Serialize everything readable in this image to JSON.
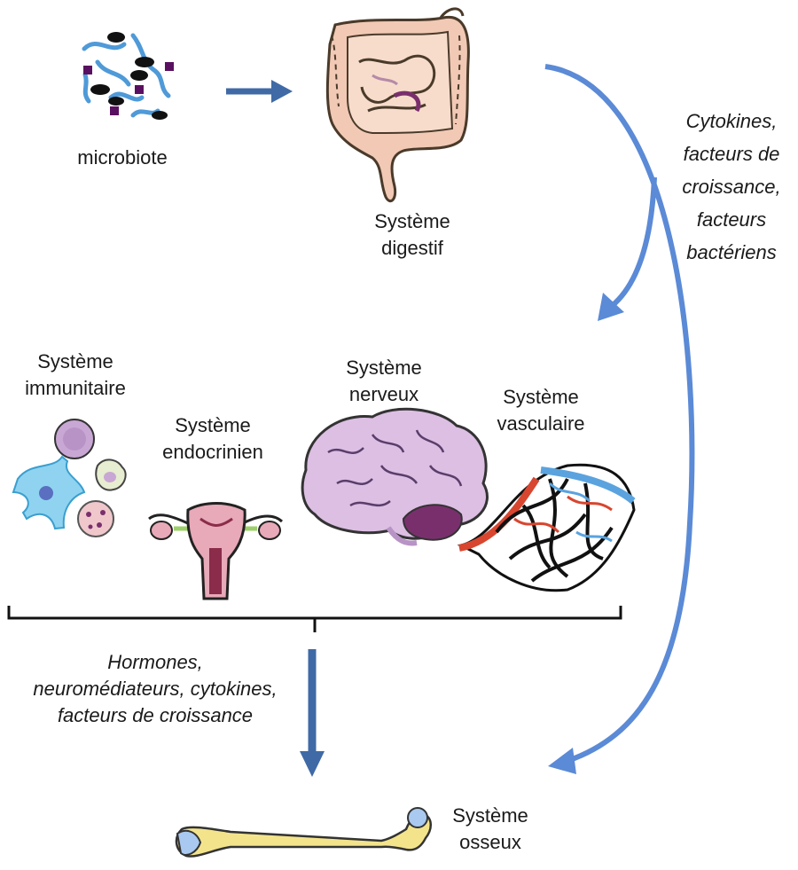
{
  "colors": {
    "arrow": "#3f6aa6",
    "curve_arrow": "#5b8ad6",
    "bracket": "#111111",
    "gut_outline": "#4a3a2a",
    "gut_fill": "#f1c9b5",
    "gut_inner": "#b58aa8",
    "brain_fill": "#dcbfe3",
    "cerebellum": "#7a2f6d",
    "bone_fill": "#f3e48c",
    "bone_cap": "#a9c9f0",
    "uterus_fill": "#e8a9b8",
    "uterus_dark": "#8a2c4a",
    "ovary": "#9ccf6a",
    "cell_blue": "#8fd3f0",
    "cell_purple": "#c9a7d4",
    "cell_pink": "#f0c8cc",
    "vessel_red": "#d8462f",
    "vessel_blue": "#5aa3df",
    "microbe_blue": "#4f9ad8",
    "microbe_purple": "#5a1060"
  },
  "labels": {
    "microbiote": "microbiote",
    "digestif": [
      "Système",
      "digestif"
    ],
    "immunitaire": [
      "Système",
      "immunitaire"
    ],
    "endocrinien": [
      "Système",
      "endocrinien"
    ],
    "nerveux": [
      "Système",
      "nerveux"
    ],
    "vasculaire": [
      "Système",
      "vasculaire"
    ],
    "osseux": [
      "Système",
      "osseux"
    ],
    "factors_right": [
      "Cytokines,",
      "facteurs de",
      "croissance,",
      "facteurs",
      "bactériens"
    ],
    "factors_bottom": [
      "Hormones,",
      "neuromédiateurs, cytokines,",
      "facteurs de croissance"
    ]
  },
  "icons": [
    "microbiota-icon",
    "intestine-icon",
    "immune-cells-icon",
    "uterus-icon",
    "brain-icon",
    "blood-vessels-icon",
    "bone-icon"
  ]
}
